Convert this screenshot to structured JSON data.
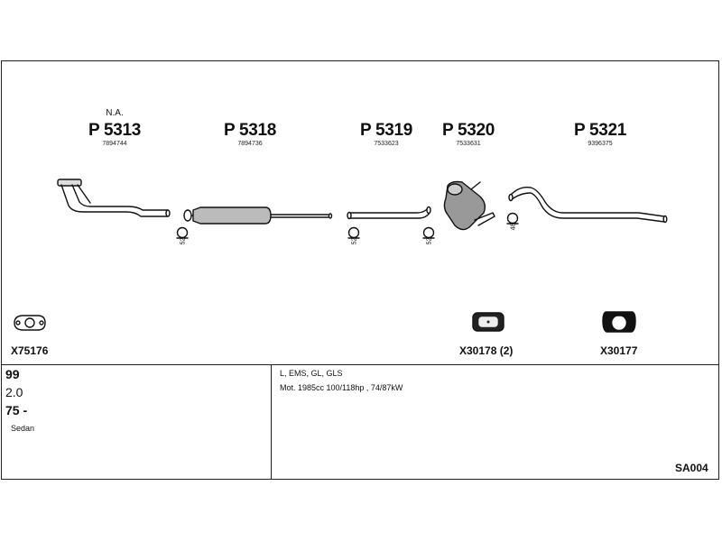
{
  "parts": [
    {
      "note": "N.A.",
      "number": "P 5313",
      "oem": "7894744"
    },
    {
      "number": "P 5318",
      "oem": "7894736"
    },
    {
      "number": "P 5319",
      "oem": "7533623"
    },
    {
      "number": "P 5320",
      "oem": "7533631"
    },
    {
      "number": "P 5321",
      "oem": "9396375"
    }
  ],
  "clamps": [
    "52",
    "52",
    "52",
    "48"
  ],
  "accessories": [
    {
      "code": "X75176",
      "icon": "gasket-icon"
    },
    {
      "code": "X30178 (2)",
      "icon": "rubber-mount-icon"
    },
    {
      "code": "X30177",
      "icon": "rubber-hanger-icon"
    }
  ],
  "vehicle": {
    "model": "99",
    "engine": "2.0",
    "year": "75 -",
    "body": "Sedan"
  },
  "specs": {
    "variants": "L, EMS, GL, GLS",
    "engine_detail": "Mot. 1985cc 100/118hp , 74/87kW"
  },
  "ref": "SA004"
}
